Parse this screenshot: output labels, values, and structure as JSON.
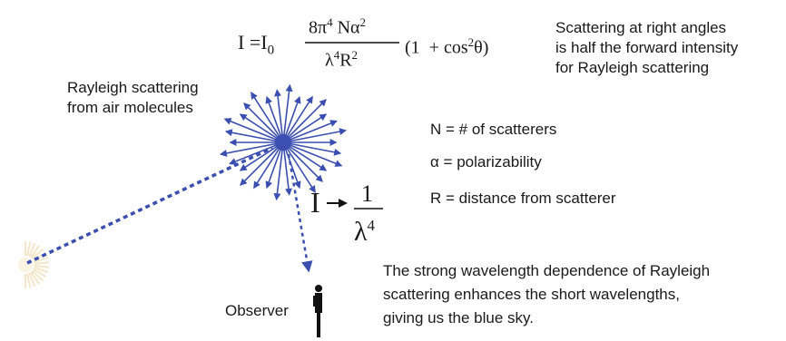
{
  "formula": {
    "lhs": "I",
    "eq": "=",
    "i0": "I",
    "i0_sub": "0",
    "num_coeff": "8π",
    "num_exp1": "4",
    "num_var": "Nα",
    "num_exp2": "2",
    "den_lambda": "λ",
    "den_exp1": "4",
    "den_r": "R",
    "den_exp2": "2",
    "paren_open": "(1  + cos",
    "paren_exp": "2",
    "paren_close": "θ)"
  },
  "note_right_angles": [
    "Scattering at right angles",
    "is half the forward intensity",
    "for Rayleigh scattering"
  ],
  "rayleigh_label": [
    "Rayleigh scattering",
    "from air molecules"
  ],
  "definitions": {
    "n": "N = # of scatterers",
    "alpha": "α  = polarizability",
    "r": "R = distance from scatterer"
  },
  "proportional": {
    "i": "I",
    "numerator": "1",
    "lambda": "λ",
    "exp": "4"
  },
  "explanation": [
    "The strong wavelength dependence of Rayleigh",
    "scattering enhances the short wavelengths,",
    "giving us the blue sky."
  ],
  "observer_label": "Observer",
  "colors": {
    "scatter": "#3a4fb0",
    "text": "#1a1a1a",
    "sun": "#f3e6c8"
  },
  "icons": {
    "sun": "sun-icon",
    "observer": "person-icon",
    "scatterer": "air-molecule-icon"
  }
}
